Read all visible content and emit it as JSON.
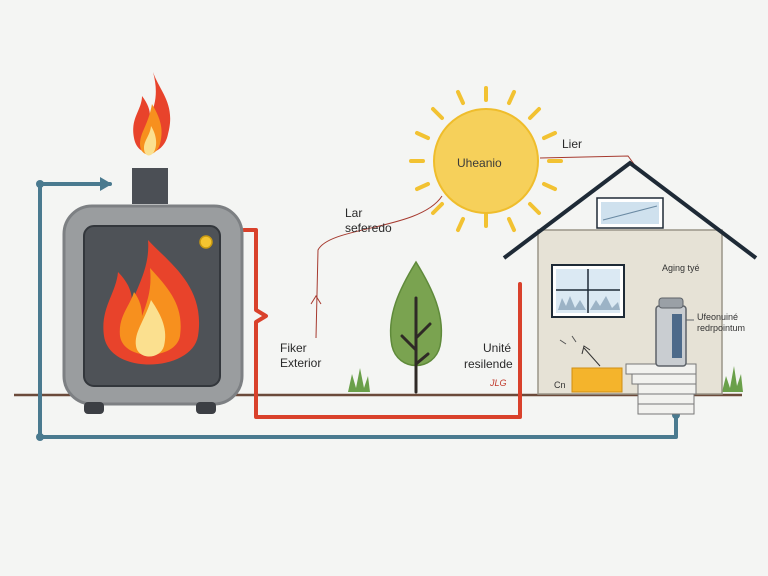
{
  "labels": {
    "sun": "Uheanio",
    "sun_link": "Lier",
    "mid_top_line1": "Lar",
    "mid_top_line2": "seferedo",
    "left_line1": "Fiker",
    "left_line2": "Exterior",
    "center_line1": "Unité",
    "center_line2": "resilende",
    "center_line3": "JLG",
    "house_line": "Aging tyé",
    "house_device_line1": "Ufeonuiné",
    "house_device_line2": "redrpointum",
    "house_small": "Cn"
  },
  "colors": {
    "background": "#f4f5f3",
    "pipe_blue": "#4a7a8f",
    "pipe_red": "#d9412b",
    "ground": "#6b4a3a",
    "sun": "#f6d05a",
    "sun_ray": "#f2c232",
    "flame_outer": "#e8432b",
    "flame_mid": "#f7901e",
    "flame_inner": "#fbe08f",
    "tree": "#7aa350",
    "house_wall": "#e6e2d6",
    "house_roof": "#1e2a36",
    "boiler_body": "#9a9d9f",
    "boiler_window": "#4e5257"
  },
  "icons": [
    "flame-icon",
    "sun-icon",
    "tree-icon",
    "house-icon",
    "grass-icon"
  ]
}
